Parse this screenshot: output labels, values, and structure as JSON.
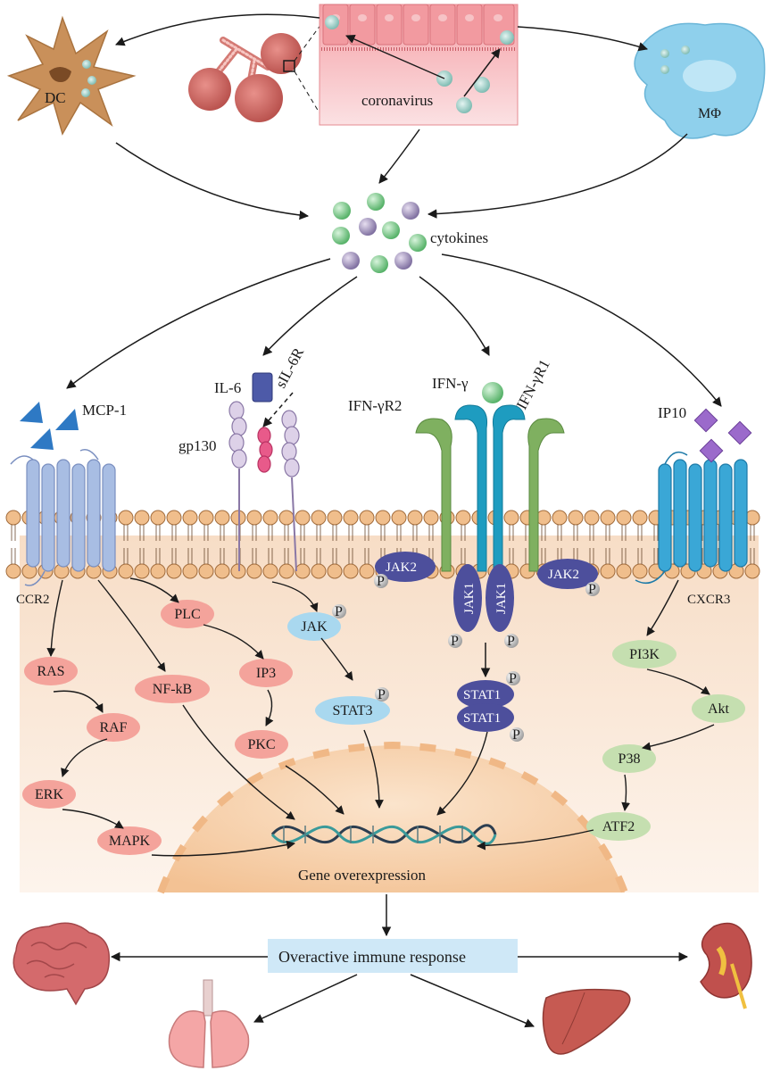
{
  "labels": {
    "dc": "DC",
    "macrophage": "MΦ",
    "coronavirus": "coronavirus",
    "cytokines": "cytokines",
    "mcp1": "MCP-1",
    "il6": "IL-6",
    "sil6r": "sIL-6R",
    "gp130": "gp130",
    "ifng": "IFN-γ",
    "ifngr2": "IFN-γR2",
    "ifngr1": "IFN-γR1",
    "ip10": "IP10",
    "ccr2": "CCR2",
    "cxcr3": "CXCR3",
    "gene_overexpression": "Gene overexpression",
    "overactive": "Overactive immune response"
  },
  "kinases": {
    "jak2_left": "JAK2",
    "jak1_left": "JAK1",
    "jak1_right": "JAK1",
    "jak2_right": "JAK2",
    "stat1_top": "STAT1",
    "stat1_bottom": "STAT1",
    "p": "P"
  },
  "pathways": {
    "plc": "PLC",
    "ras": "RAS",
    "nfkb": "NF-kB",
    "ip3": "IP3",
    "raf": "RAF",
    "pkc": "PKC",
    "erk": "ERK",
    "mapk": "MAPK",
    "jak": "JAK",
    "stat3": "STAT3",
    "pi3k": "PI3K",
    "akt": "Akt",
    "p38": "P38",
    "atf2": "ATF2"
  },
  "colors": {
    "pink_node": "#f4a39b",
    "blue_node": "#a9d8ef",
    "green_node": "#c5dfb0",
    "jak_purple": "#4d4f9c",
    "membrane_head": "#f0be8c",
    "cytoplasm": "#fbeee2",
    "nucleus": "#f6cfa6",
    "overactive_box": "#cfe8f7",
    "cytokine_green": "#7ccf8a",
    "cytokine_purple": "#9a8ab6"
  }
}
